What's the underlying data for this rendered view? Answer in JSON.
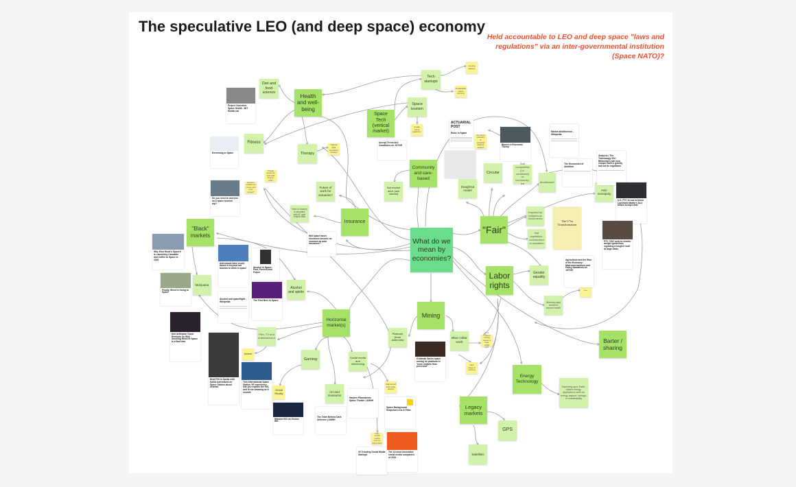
{
  "title": "The speculative LEO (and deep space) economy",
  "note_red": "Held accountable to LEO and deep space \"laws and regulations\" via an inter-governmental institution (Space NATO)?",
  "nodes": {
    "center": "What do we mean by economies?",
    "health": "Health and well-being",
    "diet": "Diet and food science",
    "fitness": "Fitness",
    "therapy": "Therapy",
    "space_tech": "Space Tech (vertical market)",
    "tech_startups": "Tech startups",
    "space_tourism": "Space tourism",
    "community": "Community and care-based",
    "not_market": "Not market drive (anti market)",
    "doughnut": "Doughnut model",
    "circular": "Circular",
    "fair": "\"Fair\"",
    "anti_comp": "Anti competitive (i.e. neoliberal) vs community-led",
    "abolitionist": "Abolitionist?",
    "anti_monopoly": "Anti-monopoly",
    "indigenous": "Inspired by indigenous movements",
    "non_cap": "Not capitalism, communism or socialism",
    "labor": "Labor rights",
    "gender": "Gender equality",
    "working_days": "Working days centered around health",
    "insurance": "Insurance",
    "future_work": "Future of work for actuaries?",
    "citizens": "New to citizens to adopters, with AI, gain trusted data",
    "black": "\"Black\" markets",
    "marijuana": "Marijuana",
    "alcohol": "Alcohol and spirits",
    "horizontal": "Horizontal market(s)",
    "film": "Film, TV and entertainment",
    "actors": "Actors",
    "gaming": "Gaming",
    "vr": "Virtual Reality",
    "art": "Art and museums",
    "social": "Social media and influencing",
    "augmented": "Augmented and Video display",
    "new_social": "New social media only for astronauts",
    "mining": "Mining",
    "platinum": "Platinum (from asteroids)",
    "blue_collar": "Blue collar work",
    "mining_note": "Is a modern mining career a blue collar job?",
    "new_ways": "New ways of working",
    "barter": "Barter / sharing",
    "energy": "Energy Technology",
    "energy_note": "Improving upon Earth-based energy applications such as energy capture, storage, or sustainability",
    "legacy": "Legacy markets",
    "gps": "GPS",
    "satellites": "Satellites",
    "fueling": "Fueling stations",
    "farming": "Sustainable space farming",
    "travel_platforms": "Create travel platforms",
    "natural_light": "Natural light simulation therapy",
    "fit_note1": "Private areas for kids and dogs in ISS?",
    "fit_note2": "Gyms in conference rooms and time zones?",
    "actuary_note": "Are there statistics & actuarial data for space?",
    "labor_note": "Notes"
  },
  "cards": [
    "Project Overview: Space Health - MIT Media Lab",
    "Exercising in Space",
    "Do you need to exercise on a space tourism trip?",
    "Accept Terms and Conditions on JSTOR",
    "Risks in Space",
    "Biases in Economic Theory",
    "Market abolitionism - Wikipedia",
    "The Economics of Abolition",
    "Analysis | The Technology 202: Billionaires can now escape Earth's gravity, but not its regulators",
    "U.S. FTC to sue to block Lockheed Martin's $4.4 billion Aerojet deal",
    "The C*nt Transformation",
    "FTC, DOJ seek to rewrite merger guidelines, signaling a tougher look at large deals",
    "Agriculture and the Rise of the Economy: Macroconnections and Policy Narratives on JSTOR",
    "Will space travel insurance become as common as auto insurance?",
    "Why Elon Musk's SpaceX is Launching Cannabis and Coffee to Space in 2020",
    "Finally, Weed Is Going to Space",
    "Neil deGrasse Tyson Reminds Us Why Smoking Weed In Space Is a Bad Idea",
    "Astronauts have snuck booze in beyond our bounds to drink in space",
    "Alcohol in Space: Past, Present and Future",
    "Alcohol and spaceflight - Wikipedia",
    "The First Beer In Space",
    "Brad Pitt to Speak with NASA Astronauts on Space Station about Artemis",
    "This International Space Station VR experience lets you explore the ISS, and it's as amazing as it sounds",
    "Mission:ISS on Oculus Rift",
    "The Team Behind Dark Universe | AMNH",
    "Hayden Planetarium Space Theater | AMNH",
    "Goldman Sachs space mining for platinum in 'more realistic than perceived'",
    "Space Background Snapchat Lens & Filter",
    "20 Trending Social Media Startups",
    "The 10 most innovative social media companies of 2021"
  ],
  "actuarial_logo": "ACTUARIAL POST"
}
